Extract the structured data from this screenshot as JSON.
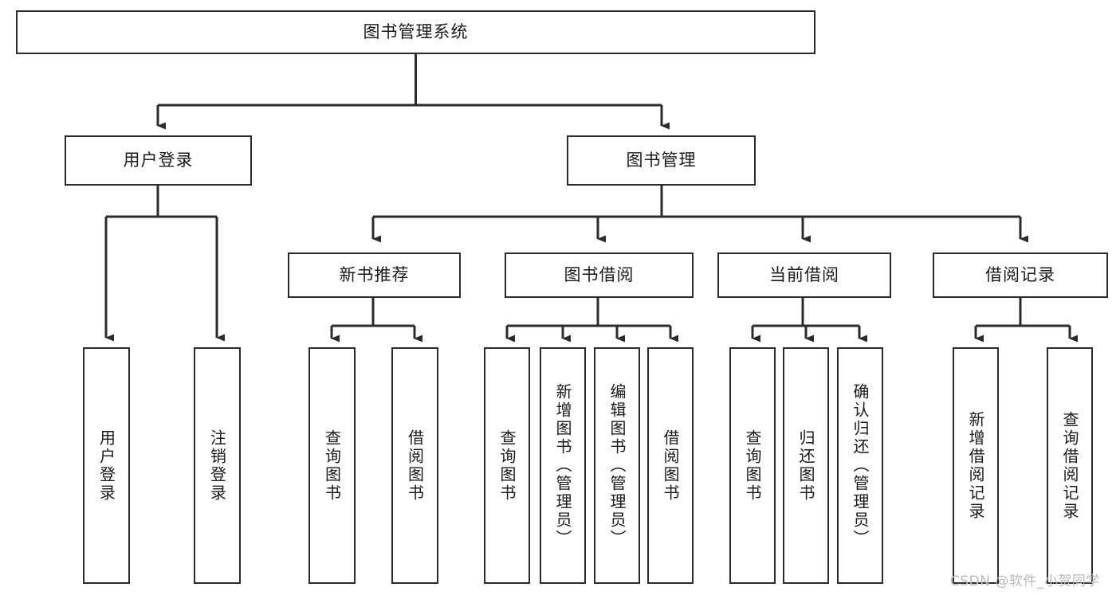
{
  "diagram": {
    "type": "tree",
    "orientation": "top-down",
    "root": {
      "id": "root",
      "label": "图书管理系统"
    },
    "level2": [
      {
        "id": "user-login",
        "label": "用户登录"
      },
      {
        "id": "book-management",
        "label": "图书管理"
      }
    ],
    "level3": [
      {
        "id": "new-book-recommend",
        "label": "新书推荐",
        "parent": "book-management"
      },
      {
        "id": "book-borrow",
        "label": "图书借阅",
        "parent": "book-management"
      },
      {
        "id": "current-borrow",
        "label": "当前借阅",
        "parent": "book-management"
      },
      {
        "id": "borrow-record",
        "label": "借阅记录",
        "parent": "book-management"
      }
    ],
    "leaves": {
      "user_login": [
        {
          "id": "leaf-user-login",
          "label": "用户登录"
        },
        {
          "id": "leaf-user-logout",
          "label": "注销登录"
        }
      ],
      "new_book_recommend": [
        {
          "id": "leaf-query-book-1",
          "label": "查询图书"
        },
        {
          "id": "leaf-borrow-book-1",
          "label": "借阅图书"
        }
      ],
      "book_borrow": [
        {
          "id": "leaf-query-book-2",
          "label": "查询图书"
        },
        {
          "id": "leaf-add-book",
          "label": "新增图书（管理员）"
        },
        {
          "id": "leaf-edit-book",
          "label": "编辑图书（管理员）"
        },
        {
          "id": "leaf-borrow-book-2",
          "label": "借阅图书"
        }
      ],
      "current_borrow": [
        {
          "id": "leaf-query-book-3",
          "label": "查询图书"
        },
        {
          "id": "leaf-return-book",
          "label": "归还图书"
        },
        {
          "id": "leaf-confirm-return",
          "label": "确认归还（管理员）"
        }
      ],
      "borrow_record": [
        {
          "id": "leaf-add-record",
          "label": "新增借阅记录"
        },
        {
          "id": "leaf-query-record",
          "label": "查询借阅记录"
        }
      ]
    }
  },
  "watermark": {
    "text": "CSDN @软件_小贺同学"
  },
  "colors": {
    "stroke": "#2b2b2b",
    "fill": "#ffffff",
    "text": "#1a1a1a",
    "watermark": "#b9b9b9"
  }
}
